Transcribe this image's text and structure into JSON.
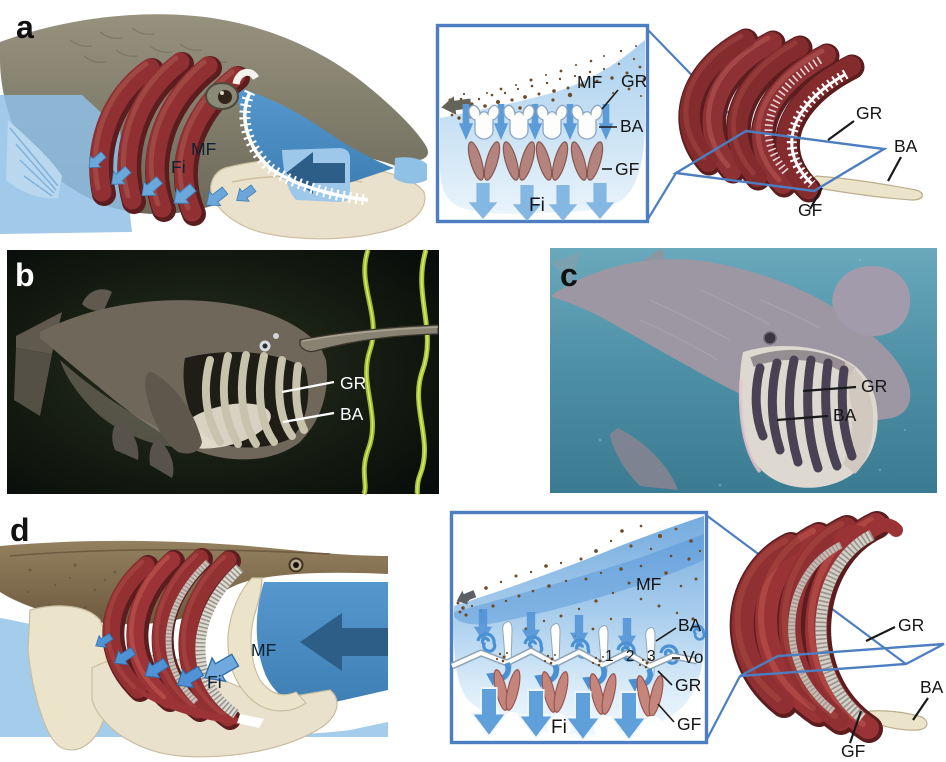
{
  "panels": {
    "a": {
      "letter": "a",
      "fish": {
        "mf": "MF",
        "fi": "Fi"
      },
      "inset": {
        "mf": "MF",
        "gr": "GR",
        "ba": "BA",
        "gf": "GF",
        "fi": "Fi"
      },
      "model": {
        "gr": "GR",
        "ba": "BA",
        "gf": "GF"
      }
    },
    "b": {
      "letter": "b",
      "photo": {
        "gr": "GR",
        "ba": "BA"
      }
    },
    "c": {
      "letter": "c",
      "photo": {
        "gr": "GR",
        "ba": "BA"
      }
    },
    "d": {
      "letter": "d",
      "fish": {
        "mf": "MF",
        "fi": "Fi"
      },
      "inset": {
        "mf": "MF",
        "ba": "BA",
        "vo": "Vo",
        "gr": "GR",
        "gf": "GF",
        "fi": "Fi",
        "steps": "1 2 3"
      },
      "model": {
        "gr": "GR",
        "ba": "BA",
        "gf": "GF"
      }
    }
  },
  "colors": {
    "inset_border": "#4d7ec2",
    "water_light": "#9cc8ec",
    "water_mid": "#5b9bd8",
    "flow_arrow_dark": "#2c5e88",
    "gill_arch_red": "#9a3336",
    "gill_arch_dark": "#5c1d1f",
    "filament_pink": "#c4857c",
    "bone_cream": "#ece3cb",
    "particle_brown": "#6d4b28",
    "fish_gray": "#87846f",
    "skull_brown": "#8a7658",
    "photo_b_background": "#0c110a",
    "plant_stem_green": "#a6c433",
    "photo_c_water": "#4f91a7",
    "shark_gray": "#9d96a3",
    "label_dark": "#151515",
    "label_white": "#ffffff"
  }
}
